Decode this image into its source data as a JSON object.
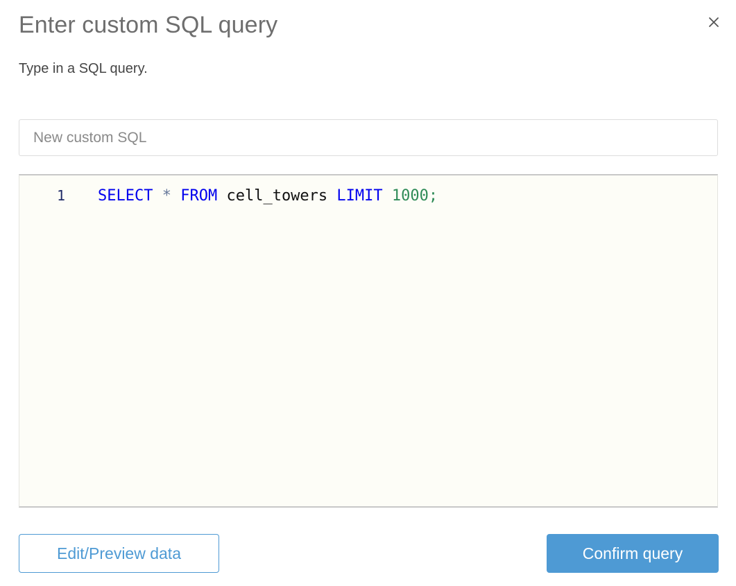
{
  "dialog": {
    "title": "Enter custom SQL query",
    "subtitle": "Type in a SQL query.",
    "close_icon": "close-icon"
  },
  "name_field": {
    "value": "New custom SQL",
    "placeholder": "New custom SQL"
  },
  "editor": {
    "line_number": "1",
    "full_text": "SELECT * FROM cell_towers LIMIT 1000;",
    "tokens": [
      {
        "text": "SELECT",
        "kind": "keyword"
      },
      {
        "text": " ",
        "kind": "plain"
      },
      {
        "text": "*",
        "kind": "star"
      },
      {
        "text": " ",
        "kind": "plain"
      },
      {
        "text": "FROM",
        "kind": "keyword"
      },
      {
        "text": " ",
        "kind": "plain"
      },
      {
        "text": "cell_towers",
        "kind": "identifier"
      },
      {
        "text": " ",
        "kind": "plain"
      },
      {
        "text": "LIMIT",
        "kind": "keyword"
      },
      {
        "text": " ",
        "kind": "plain"
      },
      {
        "text": "1000",
        "kind": "number"
      },
      {
        "text": ";",
        "kind": "punct"
      }
    ]
  },
  "footer": {
    "secondary_label": "Edit/Preview data",
    "primary_label": "Confirm query"
  },
  "colors": {
    "accent_blue": "#4e9ad4",
    "keyword_blue": "#0000ee",
    "number_green": "#2e8b57",
    "star_slate": "#66789a",
    "title_gray": "#6e6e6e",
    "editor_bg": "#fdfdf7"
  }
}
